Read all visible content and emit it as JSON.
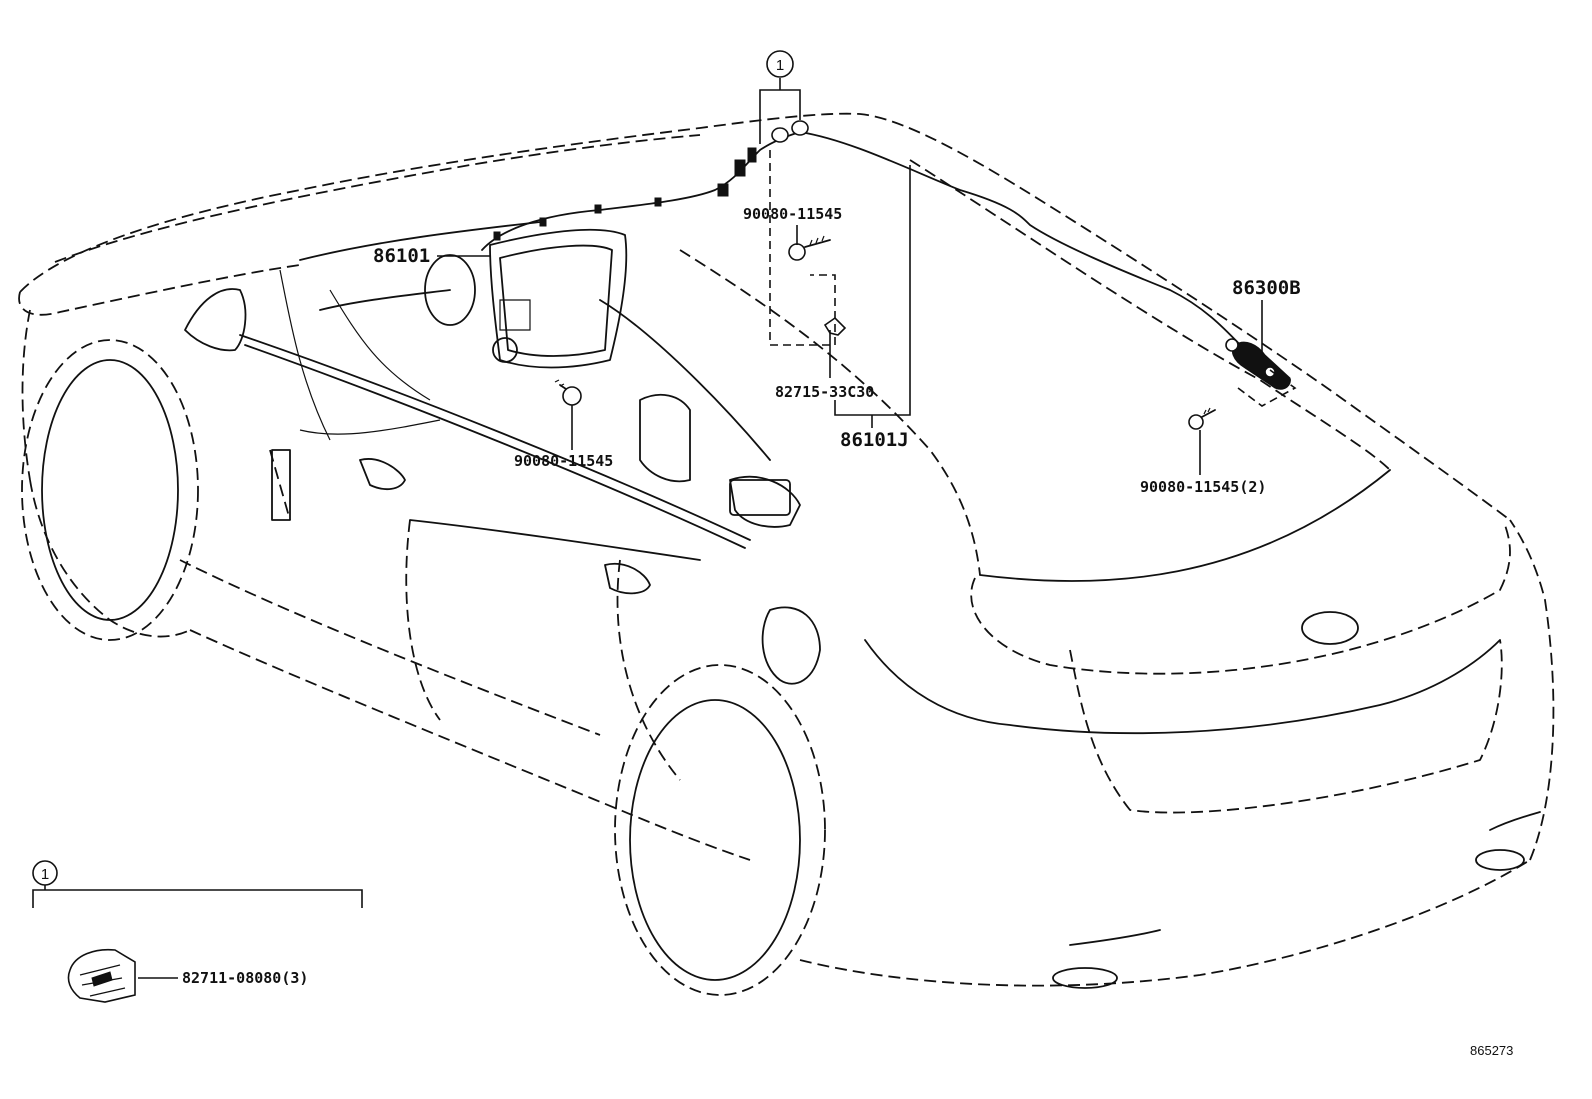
{
  "labels": {
    "ref_86101": "86101",
    "ref_86101J": "86101J",
    "ref_86300B": "86300B",
    "ref_90080_top": "90080-11545",
    "ref_90080_mid": "90080-11545",
    "ref_90080_right": "90080-11545(2)",
    "ref_82715": "82715-33C30",
    "ref_82711": "82711-08080(3)",
    "callout_top": "1",
    "callout_inset": "1",
    "figure_number": "865273"
  },
  "icons": [
    "clamp-icon",
    "bolt-icon",
    "antenna-amplifier-icon",
    "navigation-display-icon",
    "car-body-outline"
  ]
}
